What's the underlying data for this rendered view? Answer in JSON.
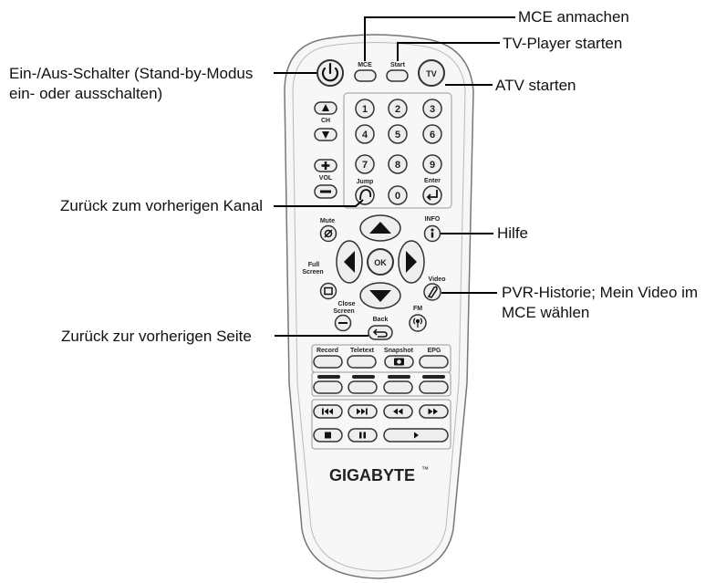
{
  "callouts": {
    "mce_on": "MCE anmachen",
    "tv_player": "TV-Player starten",
    "atv": "ATV starten",
    "power_line1": "Ein-/Aus-Schalter (Stand-by-Modus",
    "power_line2": "ein- oder ausschalten)",
    "previous_channel": "Zurück zum vorherigen Kanal",
    "help": "Hilfe",
    "pvr_line1": "PVR-Historie; Mein Video im",
    "pvr_line2": "MCE wählen",
    "previous_page": "Zurück zur vorherigen Seite"
  },
  "remote": {
    "brand": "GIGABYTE",
    "brand_tm": "™",
    "labels": {
      "mce": "MCE",
      "start": "Start",
      "tv": "TV",
      "ch": "CH",
      "vol": "VOL",
      "jump": "Jump",
      "enter": "Enter",
      "mute": "Mute",
      "info": "INFO",
      "ok": "OK",
      "full_screen_1": "Full",
      "full_screen_2": "Screen",
      "video": "Video",
      "close_screen_1": "Close",
      "close_screen_2": "Screen",
      "fm": "FM",
      "back": "Back",
      "record": "Record",
      "teletext": "Teletext",
      "snapshot": "Snapshot",
      "epg": "EPG"
    },
    "digits": [
      "1",
      "2",
      "3",
      "4",
      "5",
      "6",
      "7",
      "8",
      "9",
      "0"
    ]
  }
}
